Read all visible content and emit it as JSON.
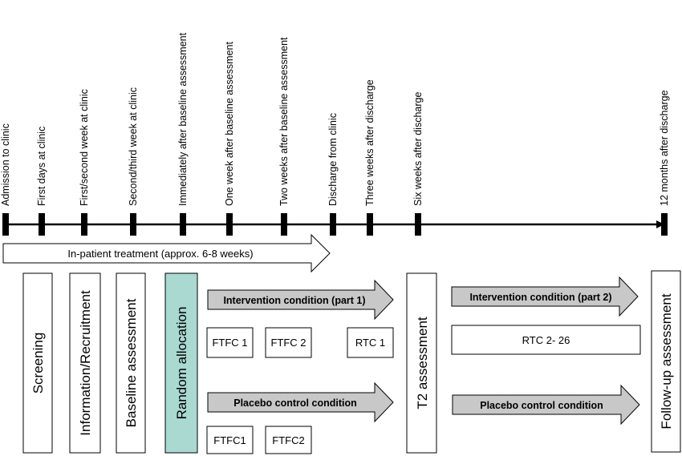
{
  "timeline": {
    "ticks": [
      "Admission to clinic",
      "First days at clinic",
      "First/second week at clinic",
      "Second/third week at clinic",
      "Immediately after baseline assessment",
      "One week after baseline assessment",
      "Two weeks after baseline assessment",
      "Discharge from clinic",
      "Three weeks after discharge",
      "Six weeks after discharge",
      "12 months after discharge"
    ]
  },
  "inpatient": {
    "label": "In-patient treatment (approx. 6-8 weeks)"
  },
  "phase_boxes": {
    "screening": "Screening",
    "recruitment": "Information/Recruitment",
    "baseline": "Baseline assessment",
    "random": "Random allocation",
    "t2": "T2 assessment",
    "followup": "Follow-up assessment"
  },
  "conditions": {
    "intervention_part1": "Intervention condition (part 1)",
    "placebo_1": "Placebo control condition",
    "intervention_part2": "Intervention condition (part 2)",
    "placebo_2": "Placebo control condition"
  },
  "sessions": {
    "ftfc1": "FTFC 1",
    "ftfc2": "FTFC 2",
    "rtc1": "RTC 1",
    "ftfc1_placebo": "FTFC1",
    "ftfc2_placebo": "FTFC2",
    "rtc_range": "RTC 2- 26"
  },
  "colors": {
    "random_allocation_fill": "#a9d9d1",
    "condition_arrow_fill": "#c8c8c8",
    "timeline": "#000000"
  }
}
